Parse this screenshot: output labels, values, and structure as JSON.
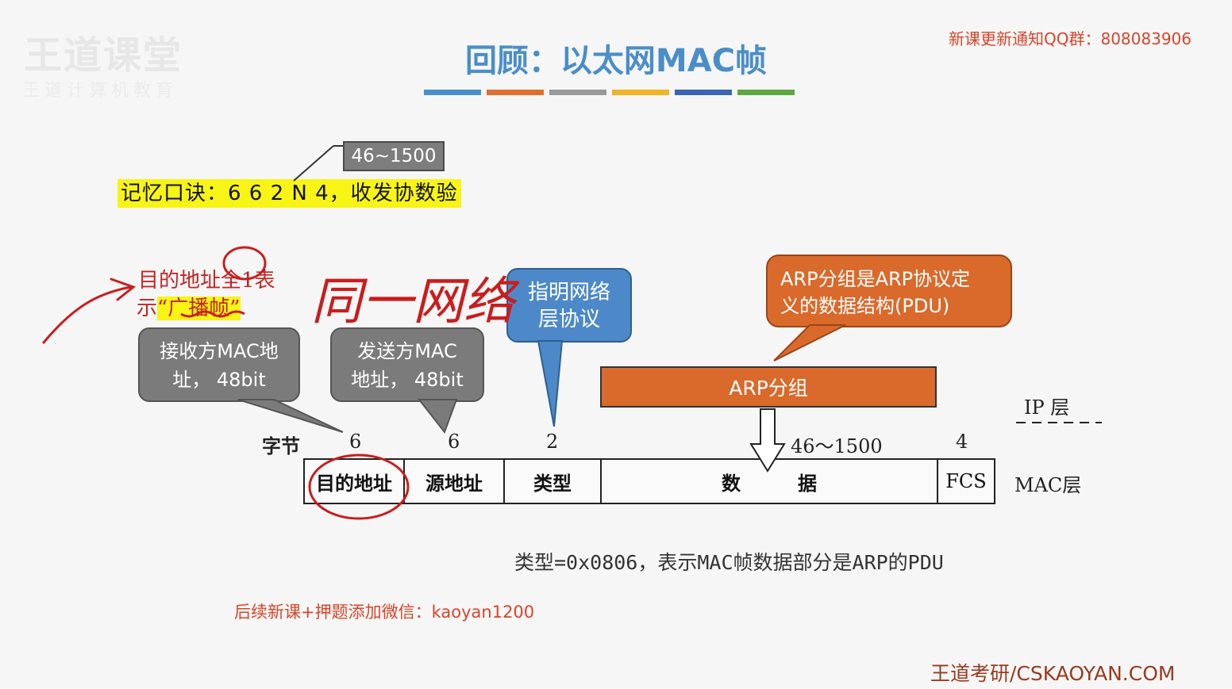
{
  "watermark": {
    "logo_text": "王道课堂",
    "logo_sub": "王道计算机教育"
  },
  "header": {
    "qq_notice": "新课更新通知QQ群：808083906",
    "title": "回顾：以太网MAC帧",
    "accent_colors": [
      "#4a8ec9",
      "#e0702f",
      "#9a9a9a",
      "#f0b428",
      "#3a66b3",
      "#5ea844"
    ]
  },
  "mnemonic": {
    "range_box": "46~1500",
    "text": "记忆口诀：6 6 2 N 4，收发协数验"
  },
  "broadcast_note": {
    "line1": "目的地址全1表",
    "line2_prefix": "示",
    "line2_highlight": "“广播帧”",
    "handwriting": "同一网络"
  },
  "callouts": {
    "receiver": {
      "line1": "接收方MAC地",
      "line2": "址， 48bit"
    },
    "sender": {
      "line1": "发送方MAC",
      "line2": "地址， 48bit"
    },
    "network_layer": {
      "line1": "指明网络",
      "line2": "层协议"
    },
    "arp_def": {
      "line1": "ARP分组是ARP协议定",
      "line2": "义的数据结构(PDU)"
    }
  },
  "arp_packet": {
    "label": "ARP分组"
  },
  "layers": {
    "ip": "IP 层",
    "mac": "MAC层"
  },
  "frame": {
    "bytes_label": "字节",
    "sizes": [
      "6",
      "6",
      "2",
      "46～1500",
      "4"
    ],
    "fields": [
      "目的地址",
      "源地址",
      "类型",
      "数　　　据",
      "FCS"
    ]
  },
  "type_note": "类型=0x0806，表示MAC帧数据部分是ARP的PDU",
  "footer": {
    "wechat": "后续新课+押题添加微信：kaoyan1200",
    "site": "王道考研/CSKAOYAN.COM"
  }
}
